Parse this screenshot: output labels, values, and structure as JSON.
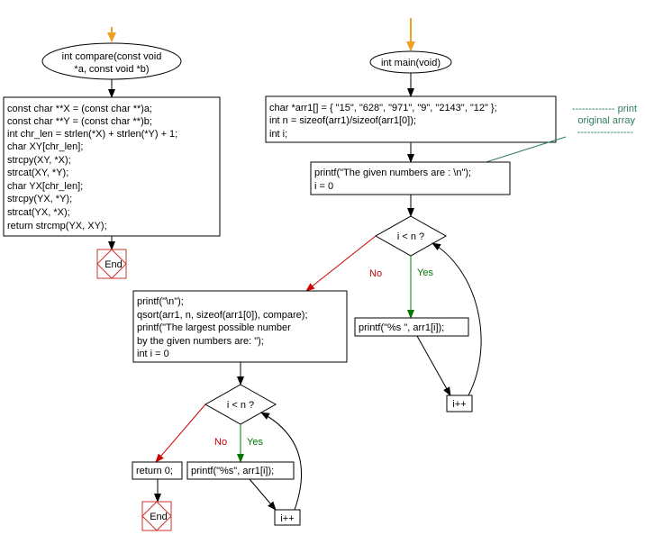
{
  "colors": {
    "start_arrow": "#f0a020",
    "no_edge": "#cc0000",
    "yes_edge": "#007700",
    "end_box": "#cc3333",
    "comment": "#2e7d5a"
  },
  "compare_fn": {
    "start_lines": [
      "int compare(const void",
      "*a, const void *b)"
    ],
    "body_lines": [
      "const char **X = (const char **)a;",
      "const char **Y = (const char **)b;",
      "int chr_len = strlen(*X) + strlen(*Y) + 1;",
      "char XY[chr_len];",
      "strcpy(XY, *X);",
      "strcat(XY, *Y);",
      "char YX[chr_len];",
      "strcpy(YX, *Y);",
      "strcat(YX, *X);",
      "return strcmp(YX, XY);"
    ],
    "end_label": "End"
  },
  "main_fn": {
    "start_label": "int main(void)",
    "init_lines": [
      "char *arr1[] = { \"15\", \"628\", \"971\", \"9\", \"2143\", \"12\" };",
      "int n = sizeof(arr1)/sizeof(arr1[0]);",
      "int i;"
    ],
    "comment_lines": [
      "------------- print",
      "original array",
      "-----------------"
    ],
    "print_given_lines": [
      "printf(\"The given numbers are :  \\n\");",
      "i = 0"
    ],
    "loop1_cond": "i < n ?",
    "loop1_yes": "Yes",
    "loop1_no": "No",
    "loop1_body": "printf(\"%s  \", arr1[i]);",
    "loop1_incr": "i++",
    "sort_lines": [
      "printf(\"\\n\");",
      "qsort(arr1, n, sizeof(arr1[0]), compare);",
      "printf(\"The largest possible number",
      "by the given numbers are: \");",
      "int i = 0"
    ],
    "loop2_cond": "i < n ?",
    "loop2_yes": "Yes",
    "loop2_no": "No",
    "loop2_body": "printf(\"%s\", arr1[i]);",
    "loop2_incr": "i++",
    "return_label": "return 0;",
    "end_label": "End"
  }
}
